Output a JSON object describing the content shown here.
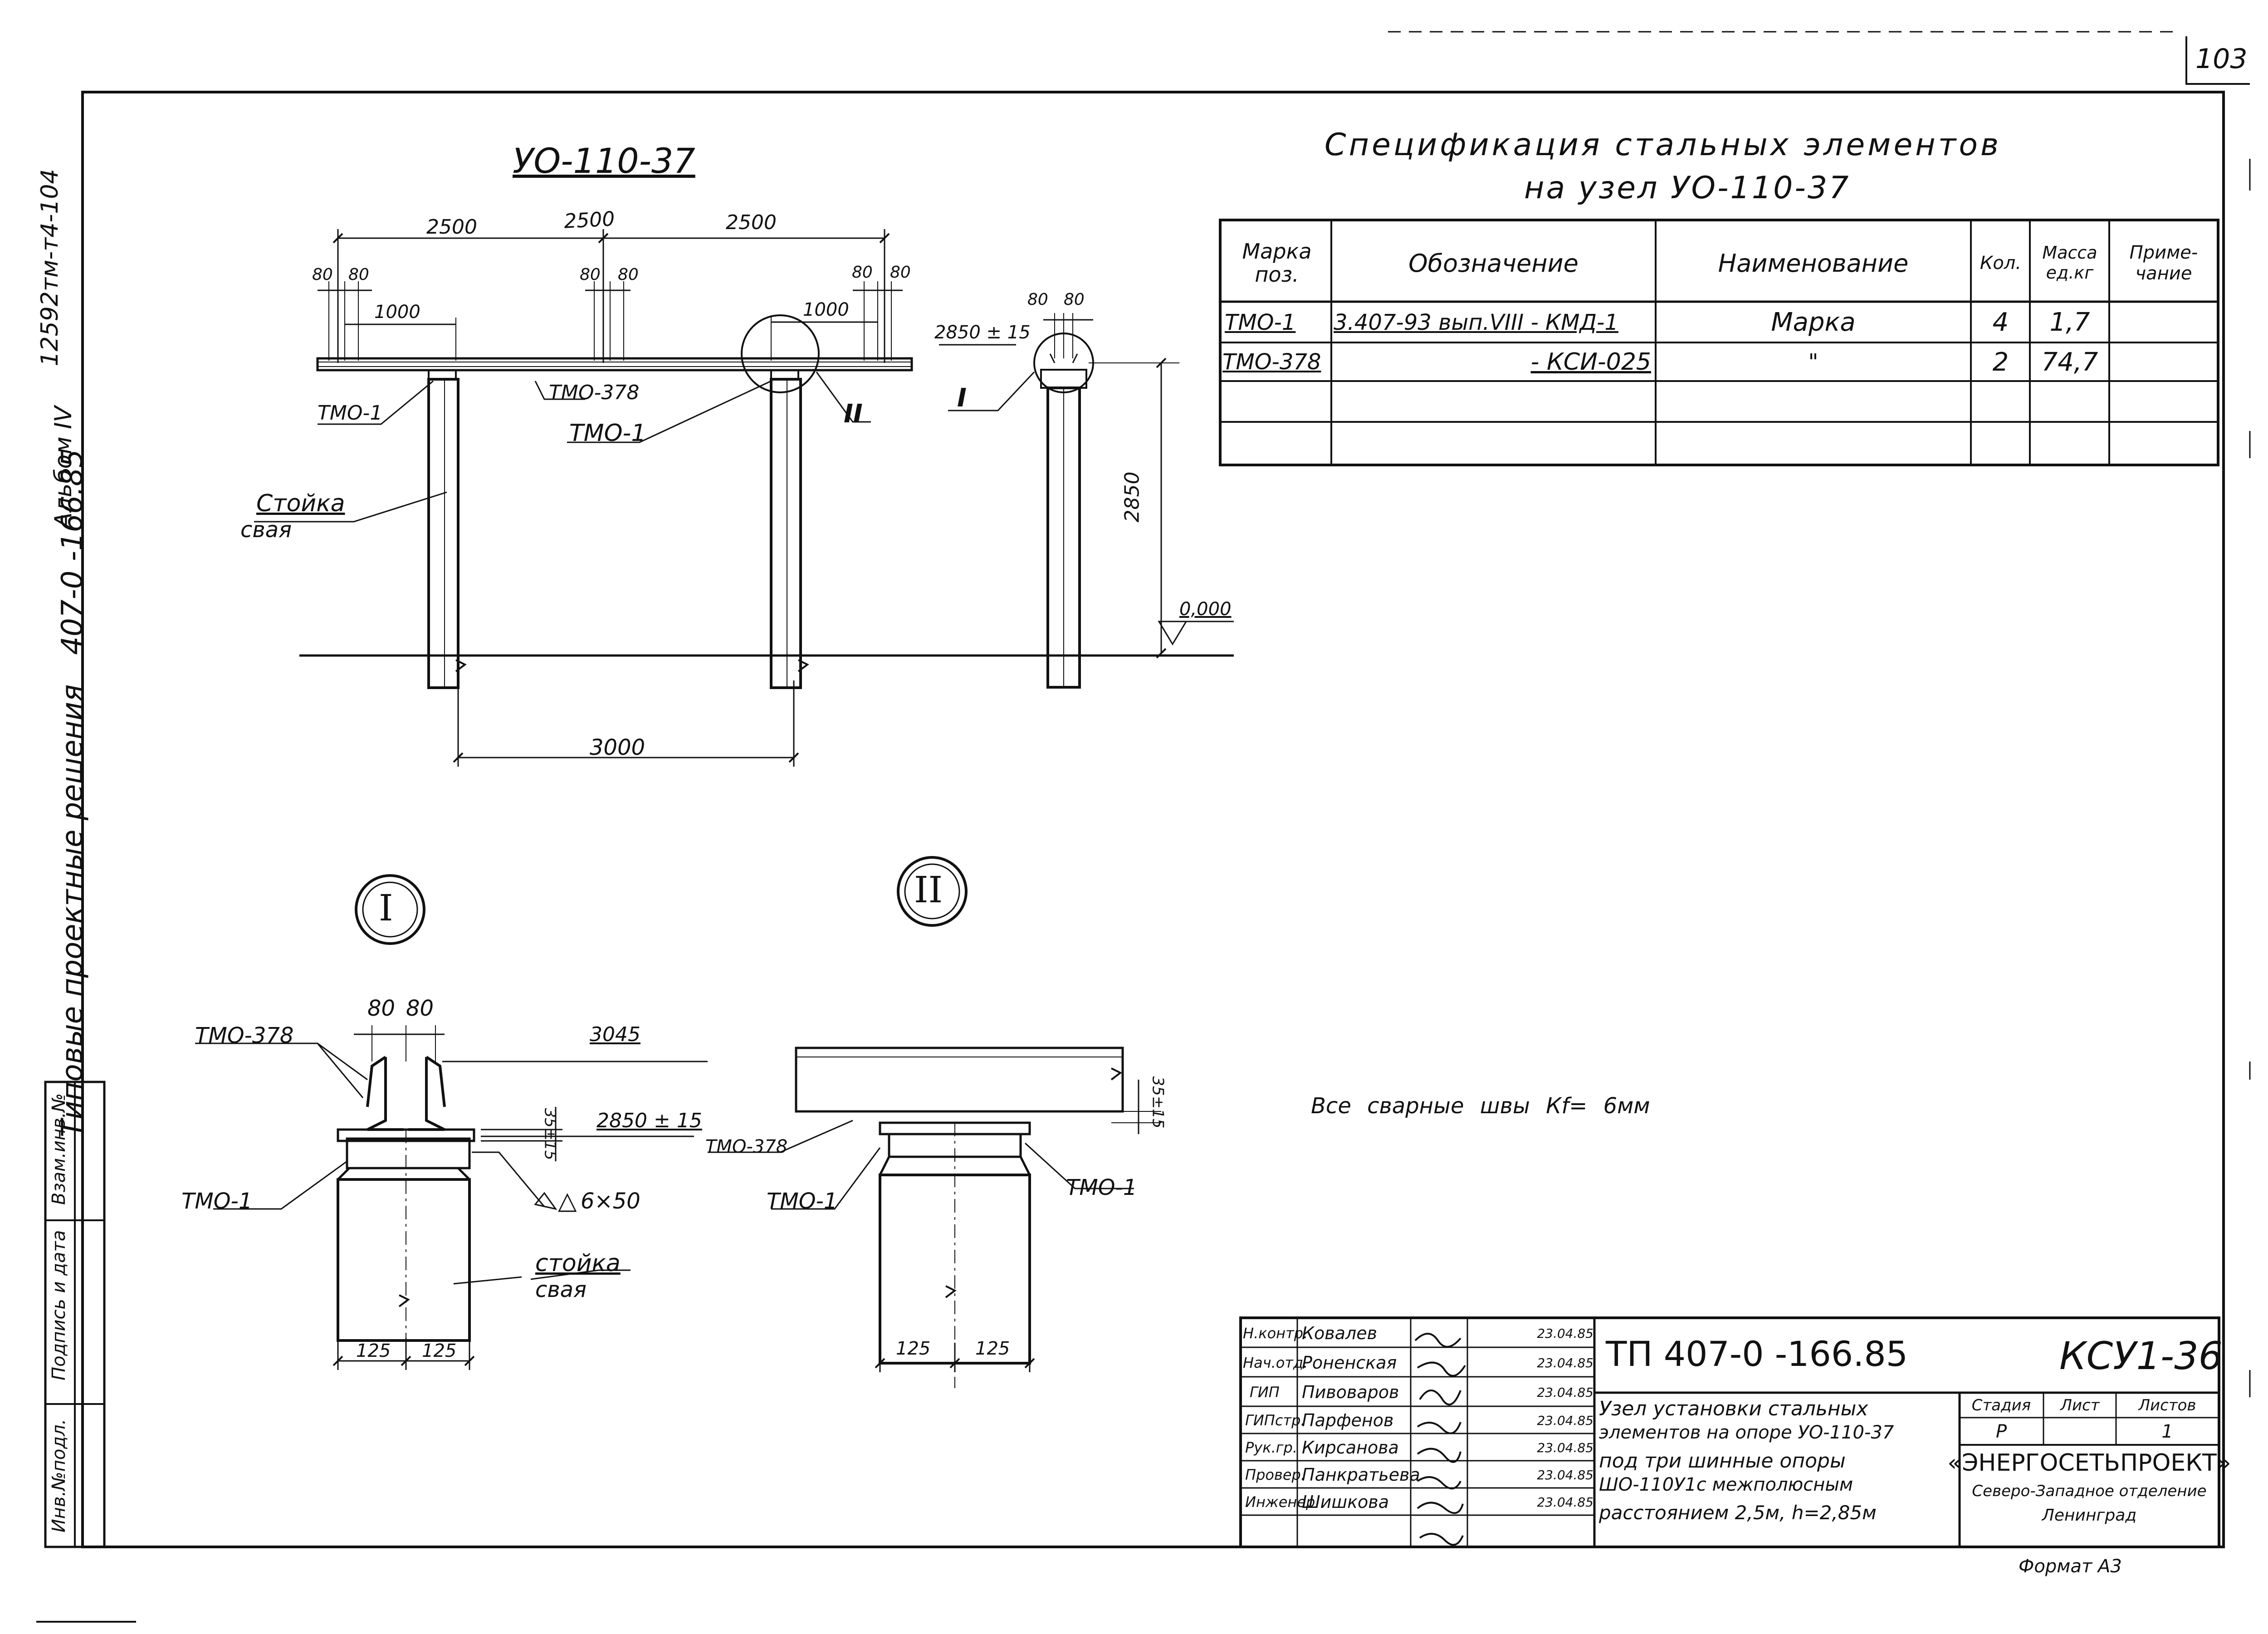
{
  "page_number": "103",
  "side_marks": {
    "series": "Типовые проектные решения",
    "code": "407-0 -166.85",
    "album": "Альбом IV",
    "inventory": "12592тм-т4-104"
  },
  "side_stamp": {
    "col1": "Инв.№подл.",
    "col2": "Подпись и дата",
    "col3": "Взам.инв.№"
  },
  "drawing_title": "УО-110-37",
  "main_view": {
    "dim_left_span": "2500",
    "dim_right_span": "2500",
    "dim_80_a": "80",
    "dim_80_b": "80",
    "dim_80_c": "80",
    "dim_80_d": "80",
    "dim_80_e": "80",
    "dim_80_f": "80",
    "dim_1000_left": "1000",
    "dim_1000_right": "1000",
    "label_tmo378": "ТМО-378",
    "label_tmo1_left": "ТМО-1",
    "label_tmo1_mid": "ТМО-1",
    "label_stoika": "Стойка",
    "label_svaya": "свая",
    "node_II": "II",
    "dim_3000": "3000"
  },
  "side_view": {
    "dim_80_a": "80",
    "dim_80_b": "80",
    "dim_2850": "2850 ± 15",
    "node_I": "I",
    "dim_height": "2850",
    "level_0": "0,000"
  },
  "spec": {
    "title_line1": "Спецификация стальных элементов",
    "title_line2": "на узел УО-110-37",
    "headers": [
      "Марка поз.",
      "Обозначение",
      "Наименование",
      "Кол.",
      "Масса ед.кг",
      "Приме-чание"
    ],
    "rows": [
      [
        "ТМО-1",
        "3.407-93 вып.VIII - КМД-1",
        "Марка",
        "4",
        "1,7",
        ""
      ],
      [
        "ТМО-378",
        "- КСИ-025",
        "\"",
        "2",
        "74,7",
        ""
      ],
      [
        "",
        "",
        "",
        "",
        "",
        ""
      ],
      [
        "",
        "",
        "",
        "",
        "",
        ""
      ]
    ]
  },
  "detail_I": {
    "circle": "I",
    "dim_80_a": "80",
    "dim_80_b": "80",
    "label_tmo378": "ТМО-378",
    "dim_3045": "3045",
    "dim_35": "35±15",
    "dim_2850": "2850 ± 15",
    "label_tmo1": "ТМО-1",
    "weld": "6×50",
    "label_stoika": "стойка",
    "label_svaya": "свая",
    "dim_125_a": "125",
    "dim_125_b": "125"
  },
  "detail_II": {
    "circle": "II",
    "dim_35": "35±15",
    "label_tmo378": "ТМО-378",
    "label_tmo1_left": "ТМО-1",
    "label_tmo1_right": "ТМО-1",
    "dim_125_a": "125",
    "dim_125_b": "125"
  },
  "note": "Все сварные швы Кf= 6мм",
  "title_block": {
    "roles": [
      "Н.контр.",
      "Нач.отд.",
      "ГИП",
      "ГИПстр.",
      "Рук.гр.",
      "Провер.",
      "Инженер"
    ],
    "names": [
      "Ковалев",
      "Роненская",
      "Пивоваров",
      "Парфенов",
      "Кирсанова",
      "Панкратьева",
      "Шишкова"
    ],
    "dates": [
      "23.04.85",
      "23.04.85",
      "23.04.85",
      "23.04.85",
      "23.04.85",
      "23.04.85",
      "23.04.85"
    ],
    "project_code": "ТП 407-0 -166.85",
    "sheet_code": "КСУ1-36",
    "description": [
      "Узел установки стальных",
      "элементов на опоре УО-110-37",
      "под три шинные опоры",
      "ШО-110У1с межполюсным",
      "расстоянием 2,5м,   h=2,85м"
    ],
    "stage_label": "Стадия",
    "sheet_label": "Лист",
    "sheets_label": "Листов",
    "stage_value": "Р",
    "sheet_value": "",
    "sheets_value": "1",
    "org_name": "«ЭНЕРГОСЕТЬПРОЕКТ»",
    "org_branch": "Северо-Западное отделение",
    "org_city": "Ленинград",
    "format": "Формат А3"
  }
}
